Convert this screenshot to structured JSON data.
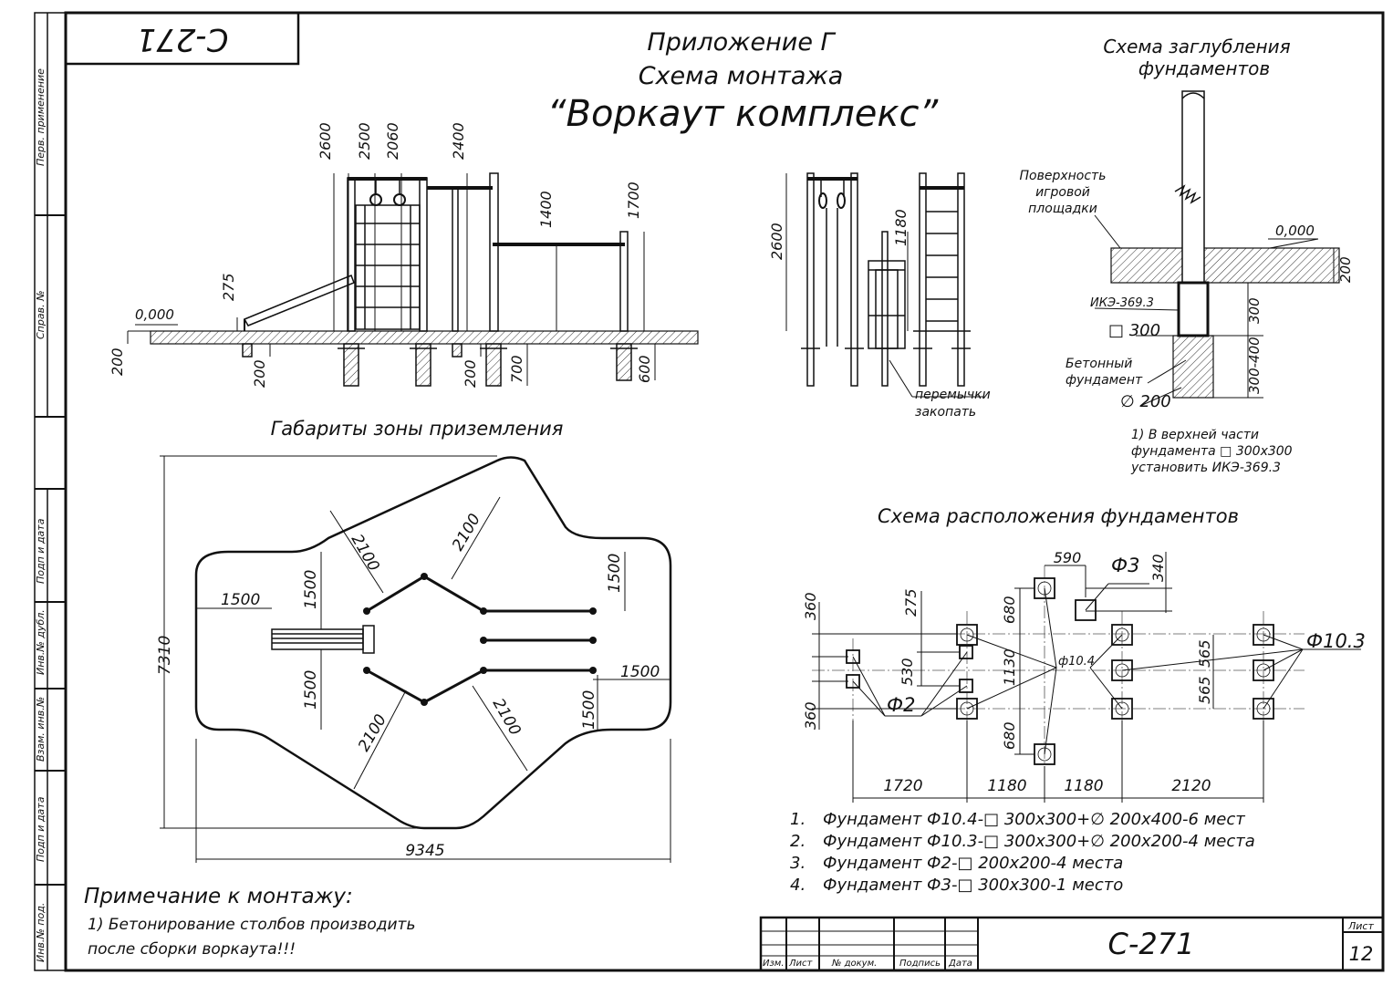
{
  "sheet": {
    "code_top": "С-271",
    "code_titleblock": "С-271",
    "sheet_label": "Лист",
    "sheet_number": "12",
    "side_stamps": [
      "Перв. применение",
      "Справ. №",
      "Подп и дата",
      "Инв.№ дубл.",
      "Взам. инв.№",
      "Подп и дата",
      "Инв.№ под."
    ],
    "titleblock_cols": [
      "Изм.",
      "Лист",
      "№ докум.",
      "Подпись",
      "Дата"
    ]
  },
  "title": {
    "line1": "Приложение Г",
    "line2": "Схема монтажа",
    "line3": "“Воркаут комплекс”"
  },
  "front_view": {
    "level": "0,000",
    "dims": [
      "2600",
      "2500",
      "2060",
      "2400",
      "1400",
      "1700",
      "275",
      "200",
      "200",
      "200",
      "700",
      "600"
    ]
  },
  "side_view": {
    "dims": [
      "2600",
      "1180"
    ],
    "note_line1": "перемычки",
    "note_line2": "закопать"
  },
  "depth_scheme": {
    "title_line1": "Схема заглубления",
    "title_line2": "фундаментов",
    "surface_line1": "Поверхность",
    "surface_line2": "игровой",
    "surface_line3": "площадки",
    "level": "0,000",
    "dim_200": "200",
    "ike": "ИКЭ-369.3",
    "square": "□ 300",
    "concrete_line1": "Бетонный",
    "concrete_line2": "фундамент",
    "diameter": "∅ 200",
    "dim_300": "300",
    "dim_300_400": "300-400",
    "note1": "1) В верхней части",
    "note2": "фундамента □ 300х300",
    "note3": "установить ИКЭ-369.3"
  },
  "landing_zone": {
    "title": "Габариты зоны приземления",
    "dims": [
      "7310",
      "9345",
      "1500",
      "1500",
      "1500",
      "1500",
      "1500",
      "1500",
      "2100",
      "2100",
      "2100",
      "2100"
    ]
  },
  "foundation_layout": {
    "title": "Схема расположения фундаментов",
    "top_dims": [
      "590",
      "340"
    ],
    "f3": "Ф3",
    "f104": "ф10.4",
    "f103": "Ф10.3",
    "f2": "Ф2",
    "left_dims": [
      "360",
      "275",
      "530",
      "360"
    ],
    "vert_dims": [
      "680",
      "1130",
      "680"
    ],
    "right_dims": [
      "565",
      "565"
    ],
    "bottom_dims": [
      "1720",
      "1180",
      "1180",
      "2120"
    ]
  },
  "legend": [
    {
      "num": "1.",
      "text": "Фундамент Ф10.4-□ 300х300+∅ 200х400-6 мест"
    },
    {
      "num": "2.",
      "text": "Фундамент Ф10.3-□ 300х300+∅ 200х200-4 места"
    },
    {
      "num": "3.",
      "text": "Фундамент Ф2-□ 200х200-4 места"
    },
    {
      "num": "4.",
      "text": "Фундамент Ф3-□ 300х300-1 место"
    }
  ],
  "notes": {
    "heading": "Примечание к монтажу:",
    "line1": "1) Бетонирование столбов производить",
    "line2": "после сборки воркаута!!!"
  }
}
